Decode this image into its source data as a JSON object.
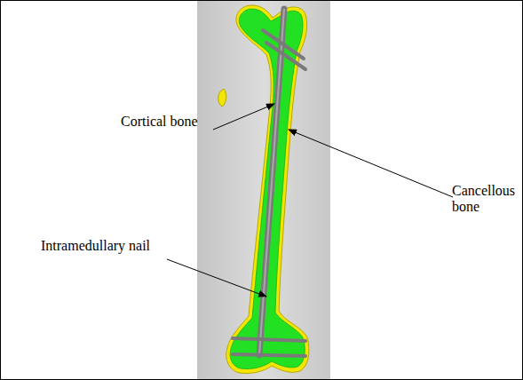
{
  "diagram": {
    "labels": [
      "Cortical bone",
      "Cancellous bone",
      "Intramedullary nail"
    ]
  }
}
